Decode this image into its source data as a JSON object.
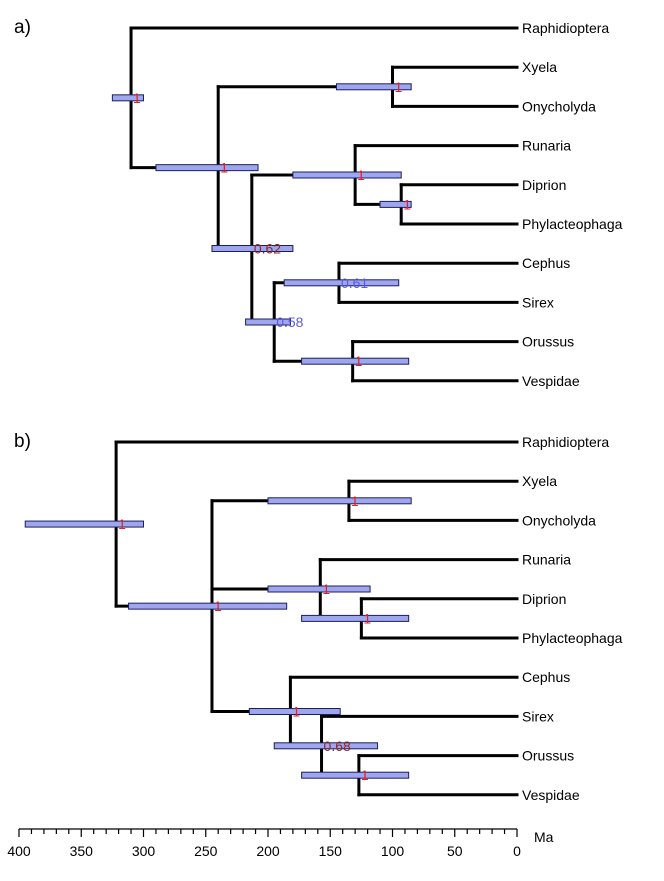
{
  "unit": "Ma",
  "axis": {
    "ticks": [
      400,
      350,
      300,
      250,
      200,
      150,
      100,
      50,
      0
    ],
    "min": 0,
    "max": 400,
    "minor_step": 10
  },
  "colors": {
    "bar_fill": "#9ea6ee",
    "bar_stroke": "#1e1e5e",
    "support_red": "#e0202a",
    "support_blue": "#5a5ae8",
    "support_dark": "#8b2a2a"
  },
  "panels": [
    {
      "label": "a)",
      "tips": [
        {
          "name": "Raphidioptera"
        },
        {
          "name": "Xyela"
        },
        {
          "name": "Onycholyda"
        },
        {
          "name": "Runaria"
        },
        {
          "name": "Diprion"
        },
        {
          "name": "Phylacteophaga"
        },
        {
          "name": "Cephus"
        },
        {
          "name": "Sirex"
        },
        {
          "name": "Orussus"
        },
        {
          "name": "Vespidae"
        }
      ],
      "nodes": [
        {
          "age": 310,
          "hpd": [
            325,
            300
          ],
          "support": "1",
          "support_color": "red"
        },
        {
          "age": 240,
          "hpd": [
            290,
            208
          ],
          "support": "1",
          "support_color": "red"
        },
        {
          "age": 100,
          "hpd": [
            145,
            85
          ],
          "support": "1",
          "support_color": "red"
        },
        {
          "age": 213,
          "hpd": [
            245,
            180
          ],
          "support": "0.62",
          "support_color": "dark"
        },
        {
          "age": 130,
          "hpd": [
            180,
            93
          ],
          "support": "1",
          "support_color": "red"
        },
        {
          "age": 93,
          "hpd": [
            110,
            85
          ],
          "support": "1",
          "support_color": "red"
        },
        {
          "age": 195,
          "hpd": [
            218,
            182
          ],
          "support": "0.58",
          "support_color": "blue"
        },
        {
          "age": 143,
          "hpd": [
            187,
            95
          ],
          "support": "0.61",
          "support_color": "blue"
        },
        {
          "age": 132,
          "hpd": [
            173,
            87
          ],
          "support": "1",
          "support_color": "red"
        }
      ]
    },
    {
      "label": "b)",
      "tips": [
        {
          "name": "Raphidioptera"
        },
        {
          "name": "Xyela"
        },
        {
          "name": "Onycholyda"
        },
        {
          "name": "Runaria"
        },
        {
          "name": "Diprion"
        },
        {
          "name": "Phylacteophaga"
        },
        {
          "name": "Cephus"
        },
        {
          "name": "Sirex"
        },
        {
          "name": "Orussus"
        },
        {
          "name": "Vespidae"
        }
      ],
      "nodes": [
        {
          "age": 322,
          "hpd": [
            395,
            300
          ],
          "support": "1",
          "support_color": "red"
        },
        {
          "age": 245,
          "hpd": [
            312,
            185
          ],
          "support": "1",
          "support_color": "red"
        },
        {
          "age": 135,
          "hpd": [
            200,
            85
          ],
          "support": "1",
          "support_color": "red"
        },
        {
          "age": 158,
          "hpd": [
            200,
            118
          ],
          "support": "1",
          "support_color": "red"
        },
        {
          "age": 125,
          "hpd": [
            173,
            87
          ],
          "support": "1",
          "support_color": "red"
        },
        {
          "age": 182,
          "hpd": [
            215,
            142
          ],
          "support": "1",
          "support_color": "red"
        },
        {
          "age": 157,
          "hpd": [
            195,
            112
          ],
          "support": "0.68",
          "support_color": "dark"
        },
        {
          "age": 127,
          "hpd": [
            173,
            87
          ],
          "support": "1",
          "support_color": "red"
        }
      ]
    }
  ]
}
